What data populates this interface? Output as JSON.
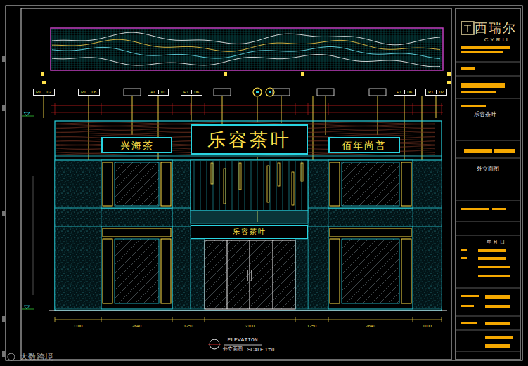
{
  "diagram": {
    "nodes": [
      {
        "text": [
          "PT",
          "02"
        ]
      },
      {
        "text": [
          "PT",
          "06"
        ]
      },
      {
        "text": [
          "AL",
          "01"
        ]
      },
      {
        "text": [
          "PT",
          "06"
        ]
      },
      {
        "text": [
          "PT",
          "06"
        ]
      },
      {
        "text": [
          "PT",
          "02"
        ]
      },
      {
        "text": [
          "兴海茶"
        ]
      },
      {
        "text": [
          "乐容茶叶"
        ]
      },
      {
        "text": [
          "佰年尚普"
        ]
      },
      {
        "text": [
          "乐容茶叶"
        ]
      }
    ],
    "labels": [
      "西瑞尔",
      "CYRIL",
      "乐容茶叶",
      "外立面图",
      "年 月 日",
      "ELEVATION",
      "外立面图",
      "SCALE 1:50",
      "1100",
      "2640",
      "1250",
      "3100",
      "1250",
      "2640",
      "1100",
      "大数跨境"
    ]
  }
}
